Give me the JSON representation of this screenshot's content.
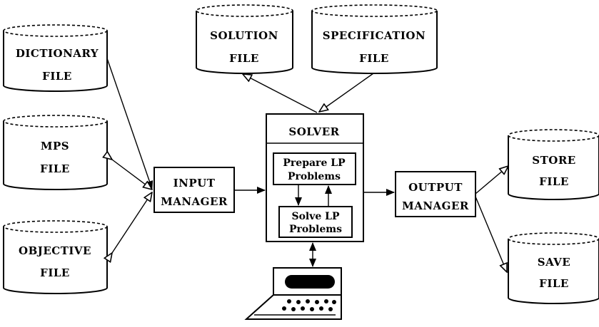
{
  "files": {
    "dictionary": {
      "line1": "DICTIONARY",
      "line2": "FILE"
    },
    "mps": {
      "line1": "MPS",
      "line2": "FILE"
    },
    "objective": {
      "line1": "OBJECTIVE",
      "line2": "FILE"
    },
    "solution": {
      "line1": "SOLUTION",
      "line2": "FILE"
    },
    "specification": {
      "line1": "SPECIFICATION",
      "line2": "FILE"
    },
    "store": {
      "line1": "STORE",
      "line2": "FILE"
    },
    "save": {
      "line1": "SAVE",
      "line2": "FILE"
    }
  },
  "input_manager": {
    "line1": "INPUT",
    "line2": "MANAGER"
  },
  "output_manager": {
    "line1": "OUTPUT",
    "line2": "MANAGER"
  },
  "solver": {
    "title": "SOLVER",
    "prepare": {
      "line1": "Prepare LP",
      "line2": "Problems"
    },
    "solve": {
      "line1": "Solve LP",
      "line2": "Problems"
    }
  },
  "terminal": {
    "icon": "computer-terminal-icon"
  }
}
